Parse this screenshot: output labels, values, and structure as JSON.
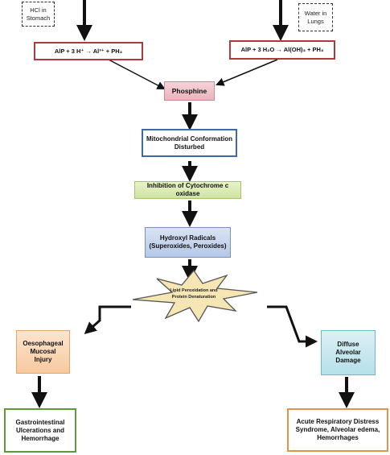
{
  "nodes": {
    "hcl": "HCl in\nStomach",
    "water": "Water in\nLungs",
    "eq_left": "AlP + 3 H⁺ → Al³⁺ + PH₃",
    "eq_right": "AlP + 3 H₂O → Al(OH)₃ + PH₃",
    "phosphine": "Phosphine",
    "mito": "Mitochondrial Conformation\nDisturbed",
    "cyto": "Inhibition of Cytochrome c oxidase",
    "hydroxyl": "Hydroxyl Radicals\n(Superoxides, Peroxides)",
    "lipid": "Lipid Peroxidation and\nProtein Denaturation",
    "oeso": "Oesophageal\nMucosal\nInjury",
    "alveolar": "Diffuse\nAlveolar\nDamage",
    "gi": "Gastrointestinal\nUlcerations and\nHemorrhage",
    "ards": "Acute Respiratory Distress\nSyndrome, Alveolar edema,\nHemorrhages"
  },
  "colors": {
    "arrow": "#111111",
    "starfill": "#f6e6b4",
    "starstroke": "#555555"
  }
}
